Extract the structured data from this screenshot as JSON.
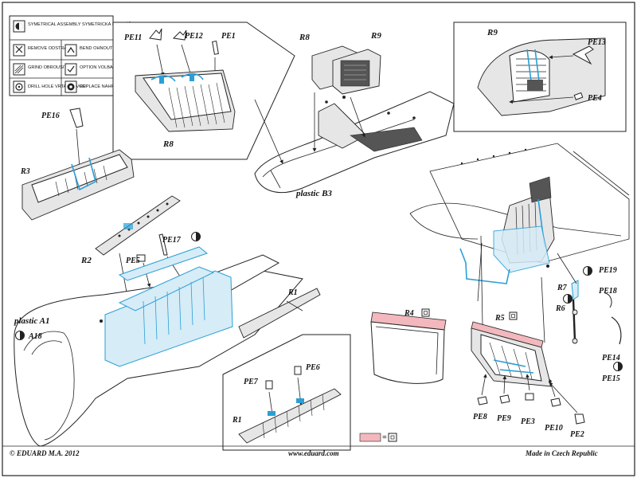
{
  "legend": [
    {
      "icon": "symmetrical-assembly-icon",
      "text": "SYMETRICAL ASSEMBLY SYMETRICKÁ MONTÁŽ"
    },
    {
      "icon": "remove-icon",
      "text": "REMOVE ODSTRANIT"
    },
    {
      "icon": "bend-icon",
      "text": "BEND OHNOUT"
    },
    {
      "icon": "grind-icon",
      "text": "GRIND OBROUSIT"
    },
    {
      "icon": "option-icon",
      "text": "OPTION VOLBA"
    },
    {
      "icon": "drill-hole-icon",
      "text": "DRILL HOLE VRTAT OTVOR"
    },
    {
      "icon": "replace-icon",
      "text": "REPLACE NAHRADIT"
    }
  ],
  "labels": {
    "pe11": "PE11",
    "pe12": "PE12",
    "pe1": "PE1",
    "r8_top": "R8",
    "r9_top": "R9",
    "r8_box": "R8",
    "r9_box": "R9",
    "pe13": "PE13",
    "pe4": "PE4",
    "pe16": "PE16",
    "r3": "R3",
    "plastic_b3": "plastic B3",
    "r2": "R2",
    "pe5": "PE5",
    "pe17": "PE17",
    "r1": "R1",
    "plastic_a1": "plastic A1",
    "a18": "A18",
    "pe7": "PE7",
    "pe6": "PE6",
    "r1_box": "R1",
    "r4": "R4",
    "r5": "R5",
    "r7": "R7",
    "r6": "R6",
    "pe19": "PE19",
    "pe18": "PE18",
    "pe14": "PE14",
    "pe15": "PE15",
    "pe8": "PE8",
    "pe9": "PE9",
    "pe3": "PE3",
    "pe10": "PE10",
    "pe2": "PE2"
  },
  "key_symbol": "=",
  "colors": {
    "photo_etch": "#2a9fd6",
    "resin_replace": "#f2b8bd"
  },
  "footer": {
    "copyright": "© EDUARD  M.A. 2012",
    "website": "www.eduard.com",
    "origin": "Made in Czech Republic"
  }
}
